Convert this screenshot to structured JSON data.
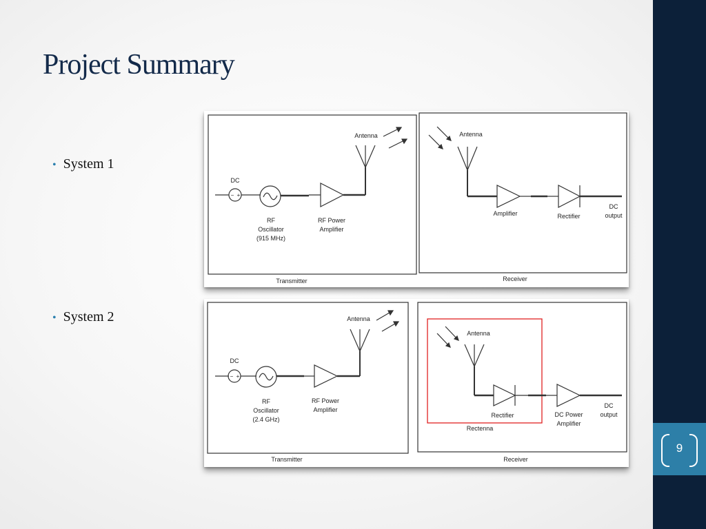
{
  "slide": {
    "title": "Project Summary",
    "page_number": "9",
    "colors": {
      "title": "#132a4a",
      "bullet": "#2a7fae",
      "sidebar": "#0c2039",
      "page_tab": "#2d7fa8",
      "highlight": "#e02020"
    }
  },
  "bullets": [
    {
      "marker": "•",
      "text": "System 1"
    },
    {
      "marker": "•",
      "text": "System 2"
    }
  ],
  "system1": {
    "transmitter": {
      "dc_label": "DC",
      "dc_minus": "−",
      "dc_plus": "+",
      "oscillator_line1": "RF",
      "oscillator_line2": "Oscillator",
      "oscillator_line3": "(915 MHz)",
      "amplifier_line1": "RF Power",
      "amplifier_line2": "Amplifier",
      "antenna_label": "Antenna",
      "caption": "Transmitter"
    },
    "receiver": {
      "antenna_label": "Antenna",
      "amplifier_label": "Amplifier",
      "rectifier_label": "Rectifier",
      "output_line1": "DC",
      "output_line2": "output",
      "caption": "Receiver"
    }
  },
  "system2": {
    "transmitter": {
      "dc_label": "DC",
      "dc_minus": "−",
      "dc_plus": "+",
      "oscillator_line1": "RF",
      "oscillator_line2": "Oscillator",
      "oscillator_line3": "(2.4 GHz)",
      "amplifier_line1": "RF Power",
      "amplifier_line2": "Amplifier",
      "antenna_label": "Antenna",
      "caption": "Transmitter"
    },
    "receiver": {
      "antenna_label": "Antenna",
      "rectifier_label": "Rectifier",
      "rectenna_label": "Rectenna",
      "amplifier_line1": "DC Power",
      "amplifier_line2": "Amplifier",
      "output_line1": "DC",
      "output_line2": "output",
      "caption": "Receiver"
    }
  }
}
